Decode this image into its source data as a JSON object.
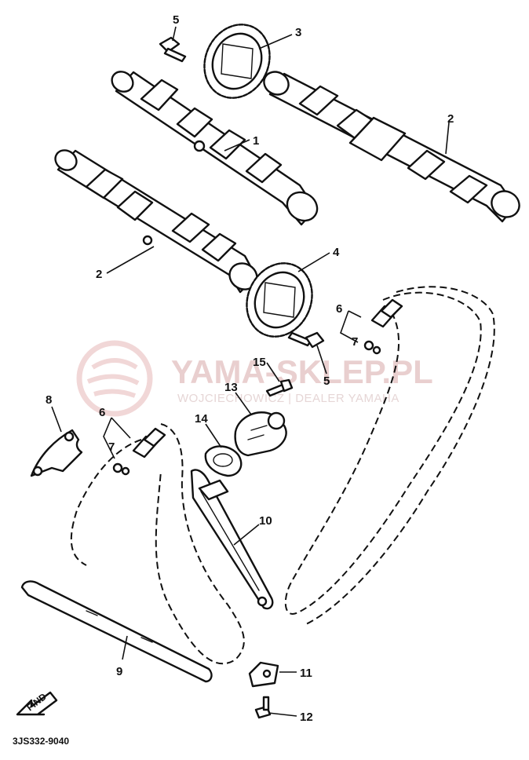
{
  "diagram": {
    "code": "3JS332-9040",
    "find_label": "FIND",
    "callouts": {
      "p1": "1",
      "p2a": "2",
      "p2b": "2",
      "p3": "3",
      "p4": "4",
      "p5a": "5",
      "p5b": "5",
      "p6a": "6",
      "p6b": "6",
      "p7a": "7",
      "p7b": "7",
      "p8": "8",
      "p9": "9",
      "p10": "10",
      "p11": "11",
      "p12": "12",
      "p13": "13",
      "p14": "14",
      "p15": "15"
    }
  },
  "watermark": {
    "title": "YAMA-SKLEP.PL",
    "subtitle": "WOJCIECHOWICZ | DEALER YAMAHA",
    "color": "#e9cfcf"
  }
}
